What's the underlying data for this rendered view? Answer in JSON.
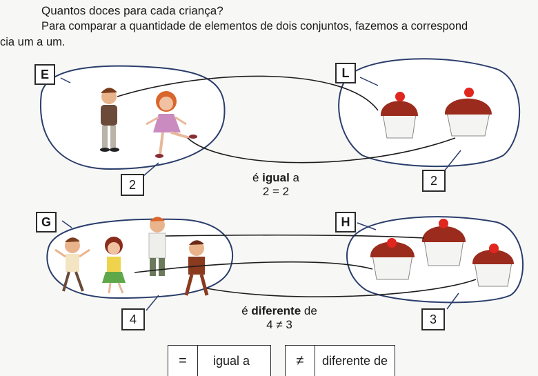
{
  "intro": {
    "question": "Quantos doces para cada criança?",
    "line1": "Para comparar a quantidade de elementos de dois conjuntos, fazemos a correspond",
    "line2": "cia um a um."
  },
  "sets": {
    "E": {
      "label": "E",
      "count": "2"
    },
    "L": {
      "label": "L",
      "count": "2"
    },
    "G": {
      "label": "G",
      "count": "4"
    },
    "H": {
      "label": "H",
      "count": "3"
    }
  },
  "comparison1": {
    "prefix": "é ",
    "keyword": "igual",
    "suffix": " a",
    "expression": "2 = 2"
  },
  "comparison2": {
    "prefix": "é ",
    "keyword": "diferente",
    "suffix": " de",
    "expression": "4 ≠ 3"
  },
  "legend": [
    {
      "symbol": "=",
      "meaning": "igual a"
    },
    {
      "symbol": "≠",
      "meaning": "diferente de"
    }
  ]
}
